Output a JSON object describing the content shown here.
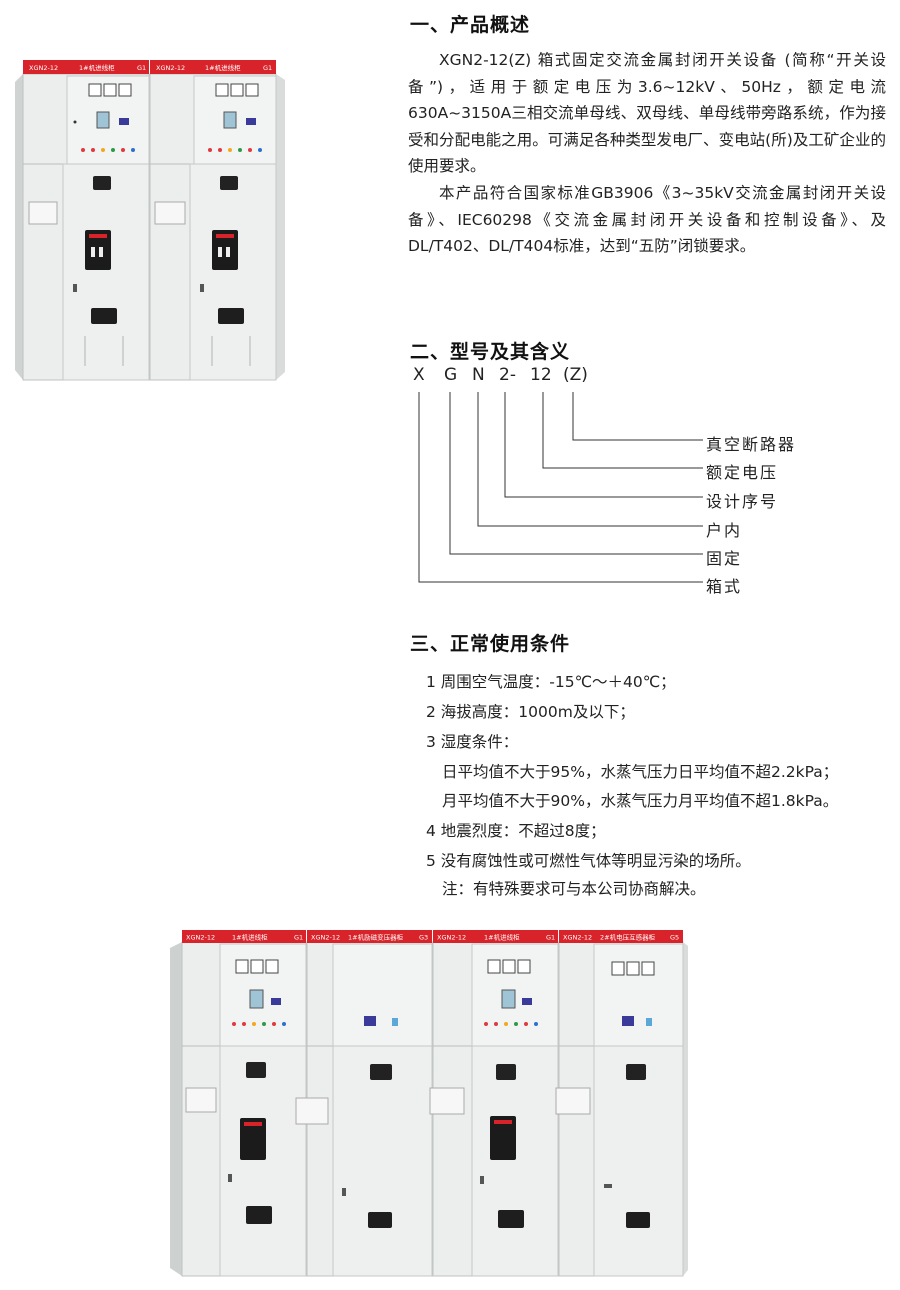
{
  "section1": {
    "title": "一、产品概述",
    "para1": "XGN2-12(Z) 箱式固定交流金属封闭开关设备 (简称“开关设备”)，适用于额定电压为3.6~12kV、50Hz，额定电流630A~3150A三相交流单母线、双母线、单母线带旁路系统，作为接受和分配电能之用。可满足各种类型发电厂、变电站(所)及工矿企业的使用要求。",
    "para2": "本产品符合国家标准GB3906《3~35kV交流金属封闭开关设备》、IEC60298《交流金属封闭开关设备和控制设备》、及DL/T402、DL/T404标准，达到“五防”闭锁要求。"
  },
  "section2": {
    "title": "二、型号及其含义",
    "model": [
      "X",
      "G",
      "N",
      "2-",
      "12",
      "(Z)"
    ],
    "meanings": [
      "真空断路器",
      "额定电压",
      "设计序号",
      "户内",
      "固定",
      "箱式"
    ]
  },
  "section3": {
    "title": "三、正常使用条件",
    "items": [
      "1 周围空气温度：-15℃～＋40℃；",
      "2 海拔高度：1000m及以下；",
      "3 湿度条件：",
      "日平均值不大于95%，水蒸气压力日平均值不超2.2kPa；",
      "月平均值不大于90%，水蒸气压力月平均值不超1.8kPa。",
      "4 地震烈度：不超过8度；",
      "5 没有腐蚀性或可燃性气体等明显污染的场所。",
      "注：有特殊要求可与本公司协商解决。"
    ]
  },
  "photo_top": {
    "cabinets": [
      {
        "model": "XGN2-12",
        "name": "1#机进线柜",
        "code": "G1"
      },
      {
        "model": "XGN2-12",
        "name": "1#机进线柜",
        "code": "G1"
      }
    ]
  },
  "photo_bottom": {
    "cabinets": [
      {
        "model": "XGN2-12",
        "name": "1#机进线柜",
        "code": "G1"
      },
      {
        "model": "XGN2-12",
        "name": "1#机励磁变压器柜",
        "code": "G3"
      },
      {
        "model": "XGN2-12",
        "name": "1#机进线柜",
        "code": "G1"
      },
      {
        "model": "XGN2-12",
        "name": "2#机电压互感器柜",
        "code": "G5"
      }
    ]
  },
  "colors": {
    "header_red": "#d9232a",
    "cabinet": "#eceeed",
    "cabinet_shade": "#d4d7d6",
    "line": "#333333"
  }
}
